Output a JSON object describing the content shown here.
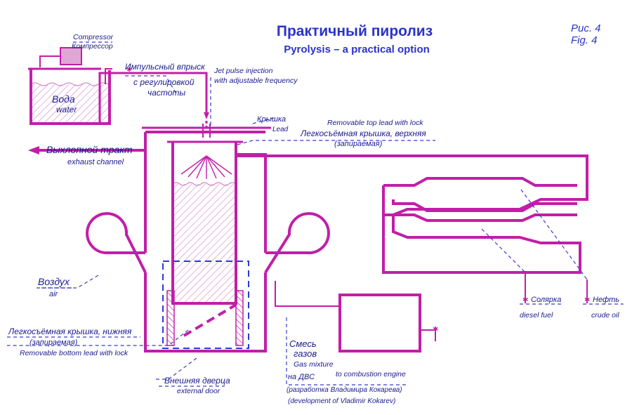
{
  "title_ru": "Практичный пиролиз",
  "title_en": "Pyrolysis – a practical option",
  "fig_ru": "Рис. 4",
  "fig_en": "Fig. 4",
  "compressor_en": "Compressor",
  "compressor_ru": "Компрессор",
  "water_ru": "Вода",
  "water_en": "water",
  "pulse_ru_1": "Импульсный впрыск",
  "pulse_ru_2": "с регулировкой",
  "pulse_ru_3": "частоты",
  "pulse_en_1": "Jet pulse injection",
  "pulse_en_2": "with adjustable frequency",
  "lid_ru": "Крышка",
  "lid_en": "Lead",
  "top_lead_en": "Removable top lead with lock",
  "top_lead_ru_1": "Легкосъёмная крышка, верхняя",
  "top_lead_ru_2": "(запираемая)",
  "exhaust_ru": "Выхлопной тракт",
  "exhaust_en": "exhaust channel",
  "air_ru": "Воздух",
  "air_en": "air",
  "bottom_lead_ru_1": "Легкосъёмная крышка, нижняя",
  "bottom_lead_ru_2": "(запираемая)",
  "bottom_lead_en": "Removable bottom lead with lock",
  "door_ru": "Внешняя дверца",
  "door_en": "external door",
  "gas_ru_1": "Смесь",
  "gas_ru_2": "газов",
  "gas_en": "Gas mixture",
  "engine_ru": "на ДВС",
  "engine_en": "to combustion engine",
  "dev_ru": "(разработка Владимира Кокарева)",
  "dev_en": "(development of Vladimir Kokarev)",
  "diesel_ru": "Солярка",
  "diesel_en": "diesel fuel",
  "crude_ru": "Нефть",
  "crude_en": "crude oil",
  "colors": {
    "pipe": "#c21ea8",
    "text": "#1a1a8c",
    "title": "#2b33c9",
    "door": "#2a3ad6"
  }
}
